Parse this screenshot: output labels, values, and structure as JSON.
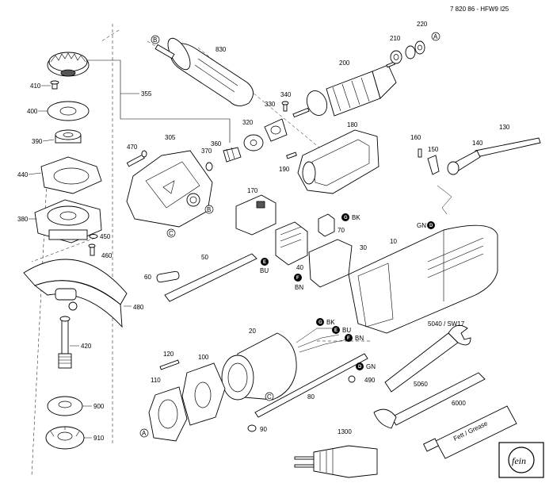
{
  "header": {
    "doc_id": "7 820 86 - HFW9 I25"
  },
  "parts": {
    "p10": "10",
    "p20": "20",
    "p30": "30",
    "p40": "40",
    "p50": "50",
    "p60": "60",
    "p70": "70",
    "p80": "80",
    "p90": "90",
    "p100": "100",
    "p110": "110",
    "p120": "120",
    "p130": "130",
    "p140": "140",
    "p150": "150",
    "p160": "160",
    "p170": "170",
    "p180": "180",
    "p190": "190",
    "p200": "200",
    "p210": "210",
    "p220": "220",
    "p305": "305",
    "p320": "320",
    "p330": "330",
    "p340": "340",
    "p355": "355",
    "p360": "360",
    "p370": "370",
    "p380": "380",
    "p390": "390",
    "p400": "400",
    "p410": "410",
    "p420": "420",
    "p440": "440",
    "p450": "450",
    "p460": "460",
    "p470": "470",
    "p480": "480",
    "p490": "490",
    "p830": "830",
    "p900": "900",
    "p910": "910",
    "p1300": "1300",
    "p5040": "5040 / SW17",
    "p5060": "5060",
    "p6000": "6000"
  },
  "refs": {
    "a": "A",
    "b": "B",
    "c": "C"
  },
  "wires": {
    "gbk": "G",
    "gbk_t": "BK",
    "ebu": "E",
    "ebu_t": "BU",
    "fbn": "F",
    "fbn_t": "BN",
    "dgn": "D",
    "dgn_t": "GN",
    "g2": "G",
    "g2_t": "BK",
    "e2": "E",
    "e2_t": "BU",
    "f2": "F",
    "f2_t": "BN",
    "d2": "D",
    "d2_t": "GN",
    "d3": "D",
    "d3_pre": "GN"
  },
  "tube_text": "Fett / Grease",
  "logo_text": "fein"
}
